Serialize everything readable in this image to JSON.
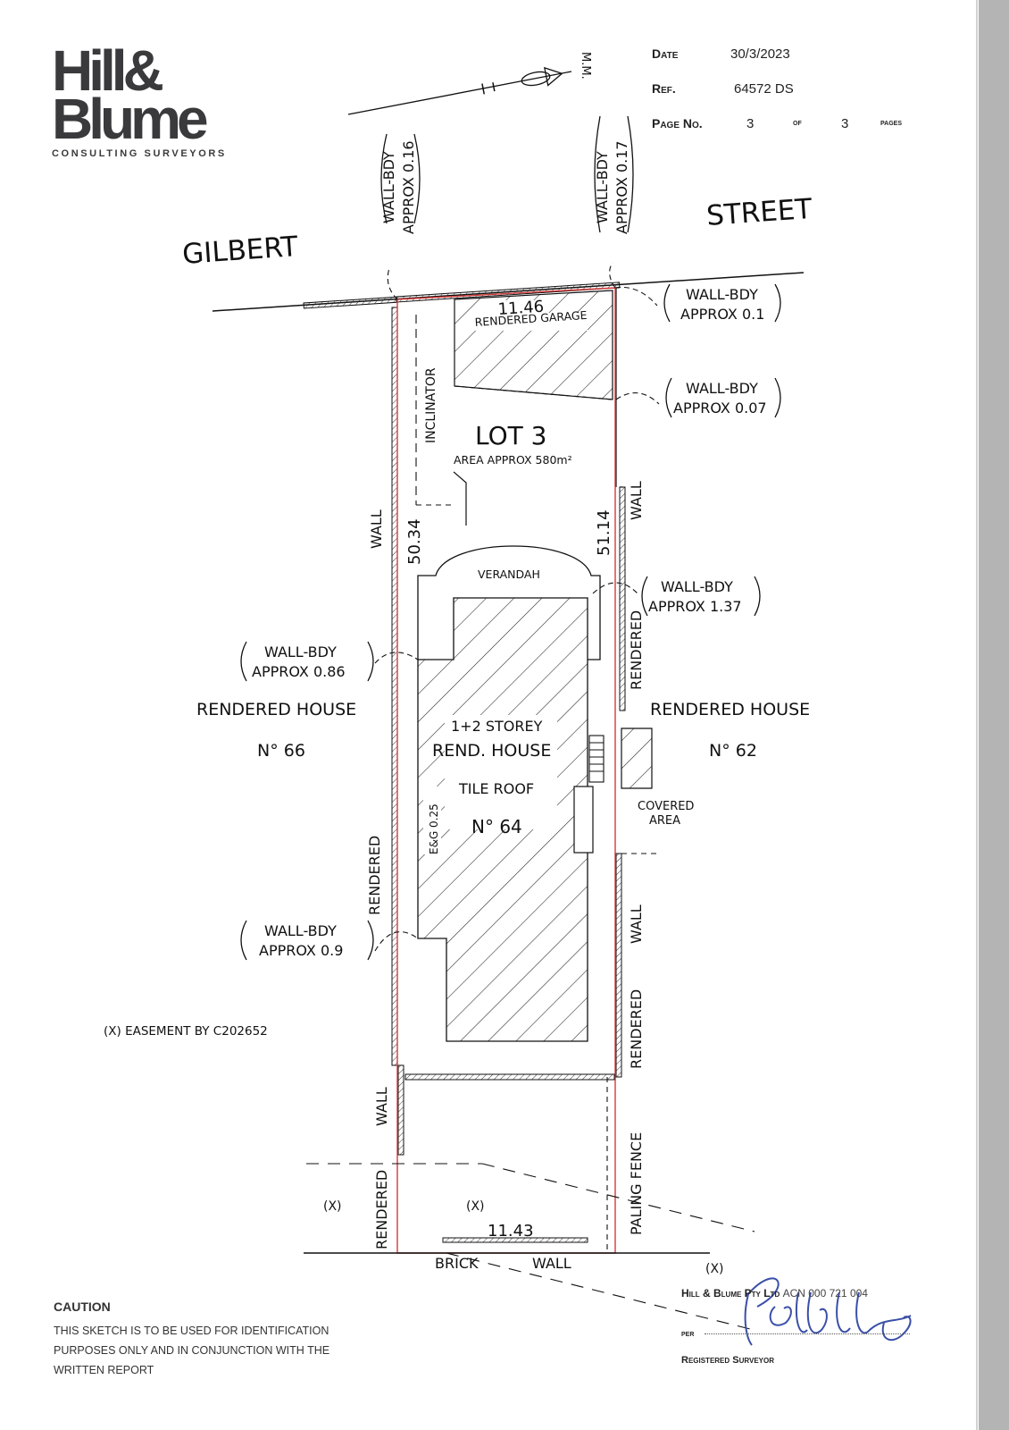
{
  "logo": {
    "line1": "Hill",
    "amp": "&",
    "line2": "Blume",
    "tagline": "CONSULTING SURVEYORS"
  },
  "meta": {
    "date_label": "Date",
    "date": "30/3/2023",
    "ref_label": "Ref.",
    "ref": "64572 DS",
    "page_label": "Page No.",
    "page": "3",
    "of_label": "of",
    "total": "3",
    "pages_label": "pages"
  },
  "streets": {
    "left": "GILBERT",
    "right": "STREET"
  },
  "north": "M.M.",
  "lot": {
    "name": "LOT 3",
    "area": "AREA APPROX 580m²"
  },
  "dims": {
    "frontage": "11.46",
    "rear": "11.43",
    "left_side": "50.34",
    "right_side": "51.14"
  },
  "labels": {
    "garage": "RENDERED GARAGE",
    "inclinator": "INCLINATOR",
    "verandah": "VERANDAH",
    "house_line1": "1+2 STOREY",
    "house_line2": "REND. HOUSE",
    "house_line3": "TILE ROOF",
    "house_number": "N° 64",
    "eg": "E&G 0.25",
    "covered_line1": "COVERED",
    "covered_line2": "AREA",
    "left_neighbour": "RENDERED HOUSE",
    "left_neighbour_number": "N° 66",
    "right_neighbour": "RENDERED HOUSE",
    "right_neighbour_number": "N° 62",
    "wall": "WALL",
    "rendered": "RENDERED",
    "paling_fence": "PALING FENCE",
    "brick": "BRICK",
    "easement": "(X) EASEMENT BY C202652",
    "x_mark": "(X)"
  },
  "wall_bdy": {
    "title": "WALL-BDY",
    "front_left": "APPROX 0.16",
    "front_right": "APPROX 0.17",
    "r1": "APPROX 0.1",
    "r2": "APPROX 0.07",
    "r3": "APPROX 1.37",
    "l1": "APPROX 0.86",
    "l2": "APPROX 0.9"
  },
  "caution": {
    "title": "CAUTION",
    "text": "This sketch is to be used for identification purposes only and in conjunction with the written report"
  },
  "signature": {
    "firm": "Hill & Blume Pty Ltd",
    "acn": "ACN 000 721 004",
    "per": "per",
    "role": "Registered Surveyor"
  },
  "colors": {
    "boundary": "#d43a3a",
    "ink": "#111111",
    "logo": "#3a3a3c"
  }
}
